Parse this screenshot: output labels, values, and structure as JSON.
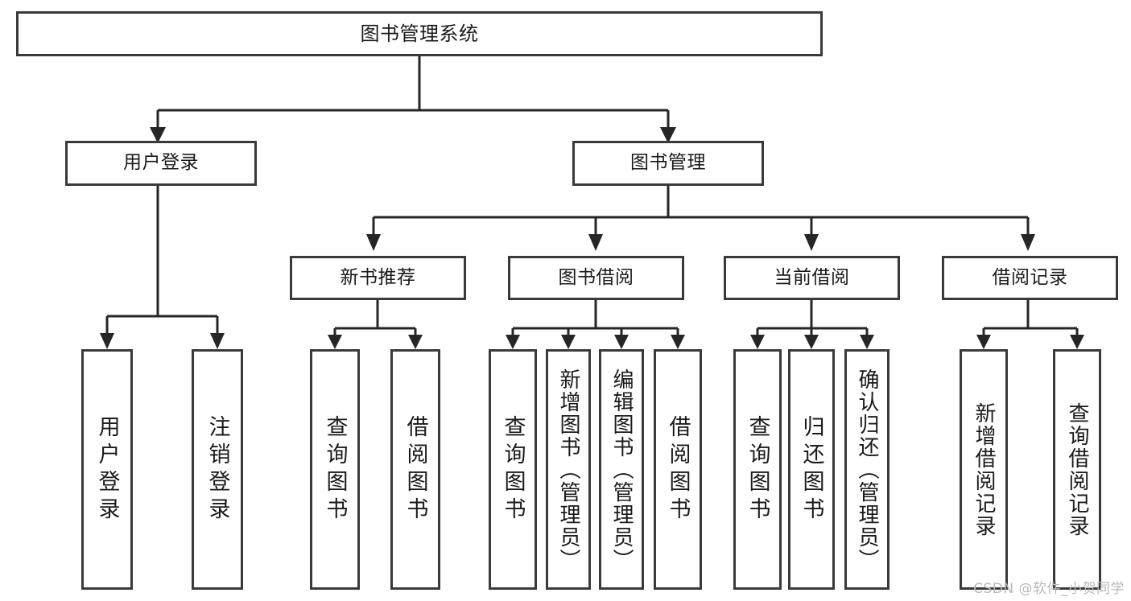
{
  "diagram": {
    "title": "图书管理系统",
    "type": "tree-hierarchy-chart",
    "watermark": "CSDN @软件_小贺同学",
    "colors": {
      "box_border": "#3a3a3a",
      "connector": "#262626",
      "background": "#ffffff",
      "text": "#1a1a1a",
      "watermark": "#b9b9b9"
    },
    "nodes": {
      "root": {
        "label": "图书管理系统"
      },
      "level1": [
        {
          "id": "user-login",
          "label": "用户登录"
        },
        {
          "id": "book-manage",
          "label": "图书管理"
        }
      ],
      "level2": [
        {
          "id": "new-book-recommend",
          "label": "新书推荐"
        },
        {
          "id": "book-borrow",
          "label": "图书借阅"
        },
        {
          "id": "current-borrow",
          "label": "当前借阅"
        },
        {
          "id": "borrow-record",
          "label": "借阅记录"
        }
      ],
      "leaves": {
        "user_login": [
          {
            "id": "leaf-user-login",
            "label": "用户登录"
          },
          {
            "id": "leaf-logout-login",
            "label": "注销登录"
          }
        ],
        "new_book_recommend": [
          {
            "id": "leaf-query-book-1",
            "label": "查询图书"
          },
          {
            "id": "leaf-borrow-book-1",
            "label": "借阅图书"
          }
        ],
        "book_borrow": [
          {
            "id": "leaf-query-book-2",
            "label": "查询图书"
          },
          {
            "id": "leaf-add-book",
            "label": "新增图书（管理员）"
          },
          {
            "id": "leaf-edit-book",
            "label": "编辑图书（管理员）"
          },
          {
            "id": "leaf-borrow-book-2",
            "label": "借阅图书"
          }
        ],
        "current_borrow": [
          {
            "id": "leaf-query-book-3",
            "label": "查询图书"
          },
          {
            "id": "leaf-return-book",
            "label": "归还图书"
          },
          {
            "id": "leaf-confirm-return",
            "label": "确认归还（管理员）"
          }
        ],
        "borrow_record": [
          {
            "id": "leaf-add-record",
            "label": "新增借阅记录"
          },
          {
            "id": "leaf-query-record",
            "label": "查询借阅记录"
          }
        ]
      }
    }
  }
}
